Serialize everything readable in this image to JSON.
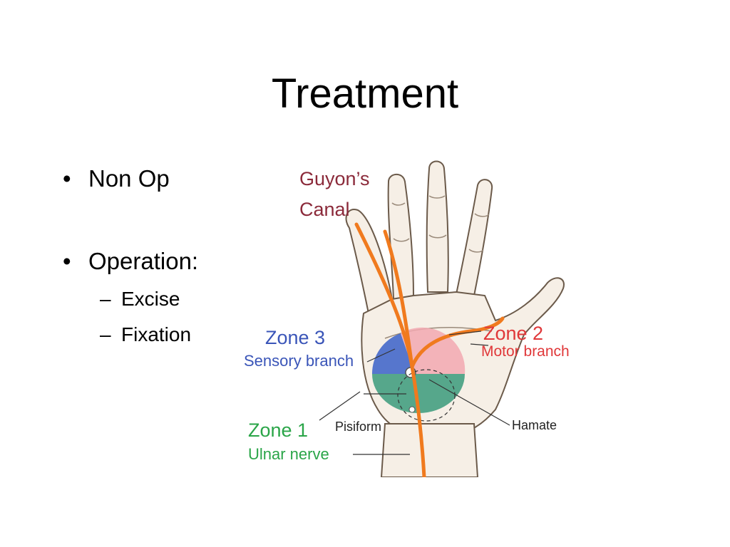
{
  "slide": {
    "title": "Treatment",
    "bullets": [
      {
        "marker": "•",
        "text": "Non Op"
      },
      {
        "marker": "•",
        "text": "Operation:"
      }
    ],
    "sub_bullets": [
      {
        "marker": "–",
        "text": "Excise"
      },
      {
        "marker": "–",
        "text": "Fixation"
      }
    ]
  },
  "figure": {
    "labels": {
      "canal_line1": "Guyon’s",
      "canal_line2": "Canal",
      "zone3": "Zone 3",
      "zone3_sub": "Sensory branch",
      "zone2": "Zone 2",
      "zone2_sub": "Motor branch",
      "zone1": "Zone 1",
      "zone1_sub": "Ulnar nerve",
      "pisiform": "Pisiform",
      "hamate": "Hamate"
    },
    "colors": {
      "canal_label": "#8b2a3a",
      "zone3": "#3a55b8",
      "zone2": "#e0383a",
      "zone1": "#2aa548",
      "nerve": "#f07a1e",
      "zone1_fill": "#3a9a7a",
      "zone2_fill": "#f2a8b0",
      "zone3_fill": "#3a60c8"
    }
  }
}
